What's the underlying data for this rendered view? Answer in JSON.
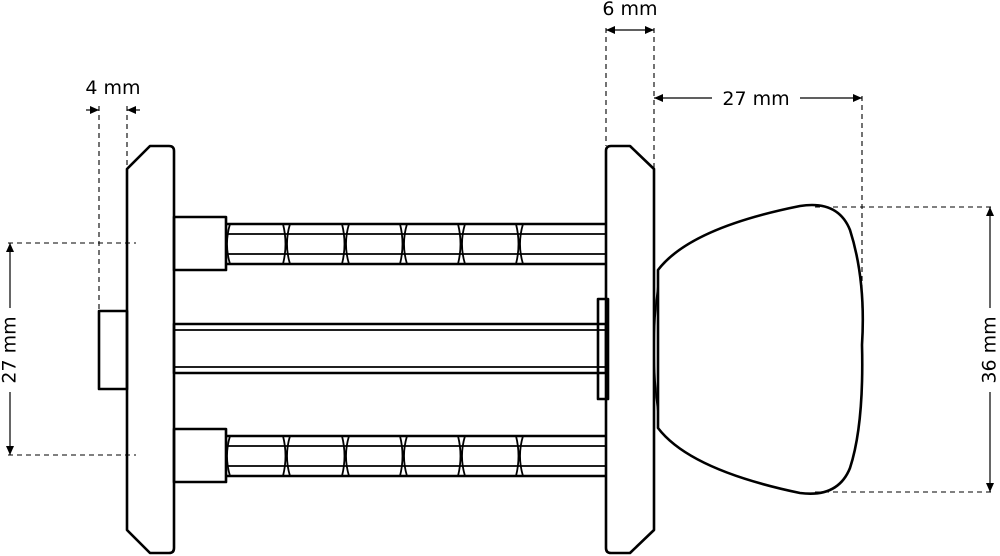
{
  "dimensions": {
    "top_left_thickness": "4 mm",
    "top_right_thickness": "6 mm",
    "knob_length": "27 mm",
    "left_spacing": "27 mm",
    "knob_height": "36 mm"
  },
  "colors": {
    "line": "#000000",
    "background": "#ffffff"
  }
}
